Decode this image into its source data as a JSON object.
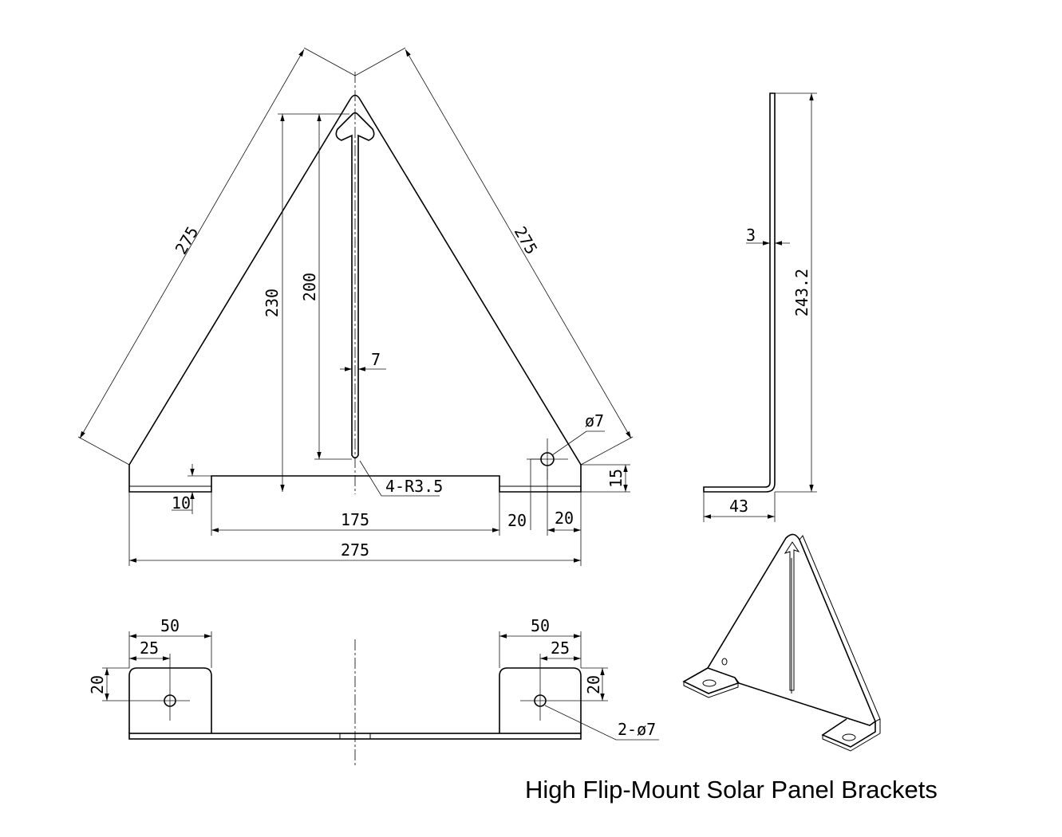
{
  "title": "High Flip-Mount Solar Panel Brackets",
  "front_view": {
    "side_left": "275",
    "side_right": "275",
    "height_total": "230",
    "slot_length": "200",
    "slot_width": "7",
    "hole_dia": "ø7",
    "corner_radius": "4-R3.5",
    "foot_height": "15",
    "tab_height": "10",
    "inner_width": "175",
    "hole_x": "20",
    "hole_edge": "20",
    "total_width": "275"
  },
  "side_view": {
    "thickness": "3",
    "height": "243.2",
    "foot_length": "43"
  },
  "bottom_view": {
    "left_tab_width": "50",
    "left_hole_x": "25",
    "left_hole_y": "20",
    "right_tab_width": "50",
    "right_hole_x": "25",
    "right_hole_y": "20",
    "holes": "2-ø7"
  }
}
